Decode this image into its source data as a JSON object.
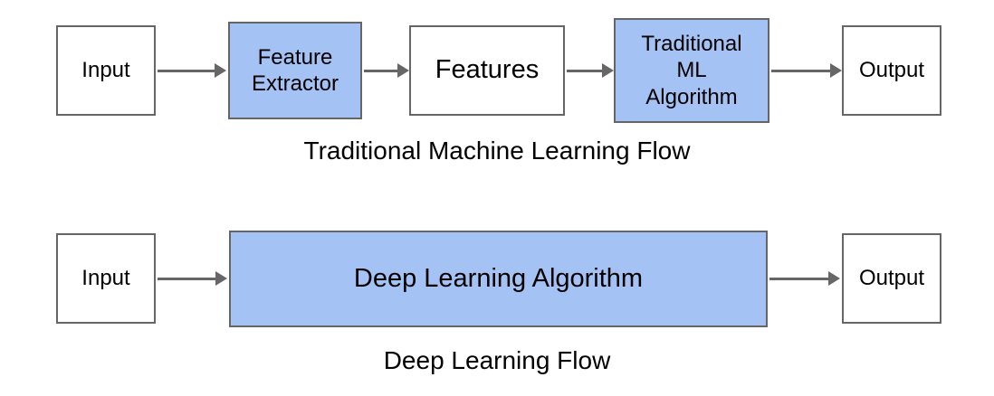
{
  "colors": {
    "box_border": "#666666",
    "box_fill": "#ffffff",
    "box_fill_highlight": "#a4c2f4",
    "arrow": "#666666",
    "text": "#000000"
  },
  "flows": [
    {
      "caption": "Traditional Machine Learning Flow",
      "nodes": [
        {
          "label": "Input",
          "fill": "white"
        },
        {
          "label": "Feature\nExtractor",
          "fill": "highlight"
        },
        {
          "label": "Features",
          "fill": "white"
        },
        {
          "label": "Traditional\nML\nAlgorithm",
          "fill": "highlight"
        },
        {
          "label": "Output",
          "fill": "white"
        }
      ]
    },
    {
      "caption": "Deep Learning Flow",
      "nodes": [
        {
          "label": "Input",
          "fill": "white"
        },
        {
          "label": "Deep Learning Algorithm",
          "fill": "highlight"
        },
        {
          "label": "Output",
          "fill": "white"
        }
      ]
    }
  ]
}
